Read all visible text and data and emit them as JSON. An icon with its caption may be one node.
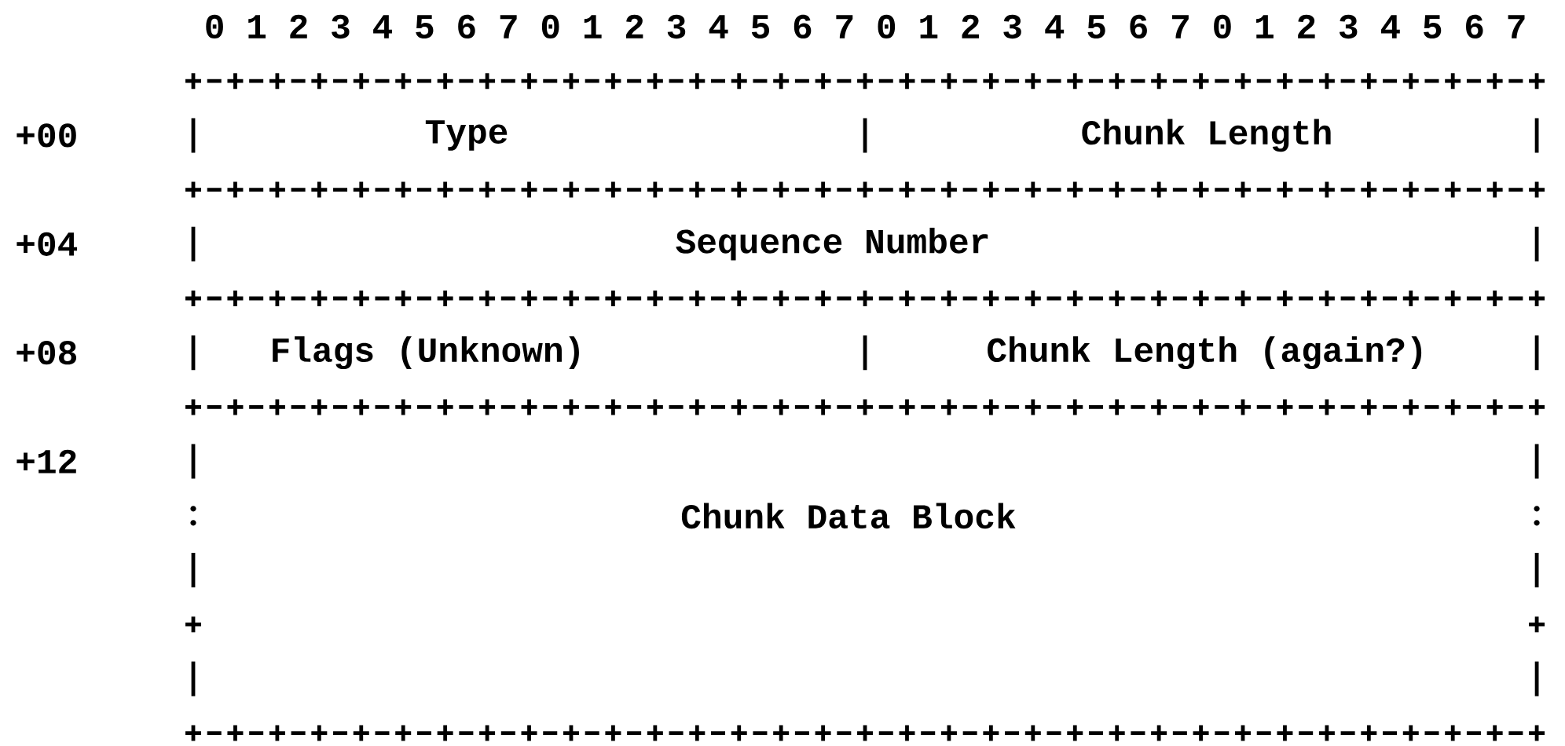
{
  "diagram": {
    "nodes": [
      {
        "text": [
          "Type"
        ]
      },
      {
        "text": [
          "Chunk Length"
        ]
      },
      {
        "text": [
          "Sequence Number"
        ]
      },
      {
        "text": [
          "Flags (Unknown)"
        ]
      },
      {
        "text": [
          "Chunk Length (again?)"
        ]
      },
      {
        "text": [
          "Chunk Data Block"
        ]
      }
    ],
    "labels": [
      "0 1 2 3 4 5 6 7 0 1 2 3 4 5 6 7 0 1 2 3 4 5 6 7 0 1 2 3 4 5 6 7",
      "+00",
      "+04",
      "+08",
      "+12"
    ]
  }
}
